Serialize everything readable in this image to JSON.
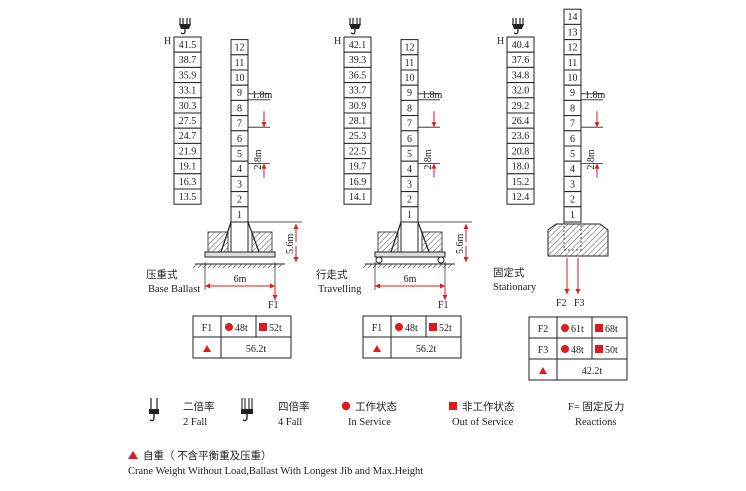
{
  "colors": {
    "line": "#222222",
    "accent": "#e0191e",
    "hatch": "#555555"
  },
  "cranes": [
    {
      "id": "base-ballast",
      "label_cn": "压重式",
      "label_en": "Base Ballast",
      "h_label": "H",
      "hook_icon": "four-fall-hook-icon",
      "heights": [
        "41.5",
        "38.7",
        "35.9",
        "33.1",
        "30.3",
        "27.5",
        "24.7",
        "21.9",
        "19.1",
        "16.3",
        "13.5"
      ],
      "sections": [
        "12",
        "11",
        "10",
        "9",
        "8",
        "7",
        "6",
        "5",
        "4",
        "3",
        "2",
        "1"
      ],
      "dim_top": "1.8m",
      "dim_mid": "2.8m",
      "dim_base": "5.6m",
      "dim_width": "6m",
      "force_labels": [
        "F1"
      ],
      "table": {
        "rows": [
          {
            "label": "F1",
            "in_service": "48t",
            "out_service": "52t"
          },
          {
            "label": "",
            "self_weight": "56.2t"
          }
        ]
      }
    },
    {
      "id": "travelling",
      "label_cn": "行走式",
      "label_en": "Travelling",
      "h_label": "H",
      "hook_icon": "four-fall-hook-icon",
      "heights": [
        "42.1",
        "39.3",
        "36.5",
        "33.7",
        "30.9",
        "28.1",
        "25.3",
        "22.5",
        "19.7",
        "16.9",
        "14.1"
      ],
      "sections": [
        "12",
        "11",
        "10",
        "9",
        "8",
        "7",
        "6",
        "5",
        "4",
        "3",
        "2",
        "1"
      ],
      "dim_top": "1.8m",
      "dim_mid": "2.8m",
      "dim_base": "5.6m",
      "dim_width": "6m",
      "force_labels": [
        "F1"
      ],
      "table": {
        "rows": [
          {
            "label": "F1",
            "in_service": "48t",
            "out_service": "52t"
          },
          {
            "label": "",
            "self_weight": "56.2t"
          }
        ]
      }
    },
    {
      "id": "stationary",
      "label_cn": "固定式",
      "label_en": "Stationary",
      "h_label": "H",
      "hook_icon": "four-fall-hook-icon",
      "heights": [
        "40.4",
        "37.6",
        "34.8",
        "32.0",
        "29.2",
        "26.4",
        "23.6",
        "20.8",
        "18.0",
        "15.2",
        "12.4"
      ],
      "sections": [
        "14",
        "13",
        "12",
        "11",
        "10",
        "9",
        "8",
        "7",
        "6",
        "5",
        "4",
        "3",
        "2",
        "1"
      ],
      "dim_top": "1.8m",
      "dim_mid": "2.8m",
      "force_labels": [
        "F2",
        "F3"
      ],
      "table": {
        "rows": [
          {
            "label": "F2",
            "in_service": "61t",
            "out_service": "68t"
          },
          {
            "label": "F3",
            "in_service": "48t",
            "out_service": "50t"
          },
          {
            "label": "",
            "self_weight": "42.2t"
          }
        ]
      }
    }
  ],
  "legend": {
    "two_fall_cn": "二倍率",
    "two_fall_en": "2 Fall",
    "four_fall_cn": "四倍率",
    "four_fall_en": "4 Fall",
    "in_service_cn": "工作状态",
    "in_service_en": "In Service",
    "out_service_cn": "非工作状态",
    "out_service_en": "Out of Service",
    "reactions_cn": "F= 固定反力",
    "reactions_en": "Reactions"
  },
  "footnote": {
    "cn": "自重（ 不含平衡重及压重）",
    "en": "Crane Weight Without Load,Ballast With Longest Jib and Max.Height"
  }
}
